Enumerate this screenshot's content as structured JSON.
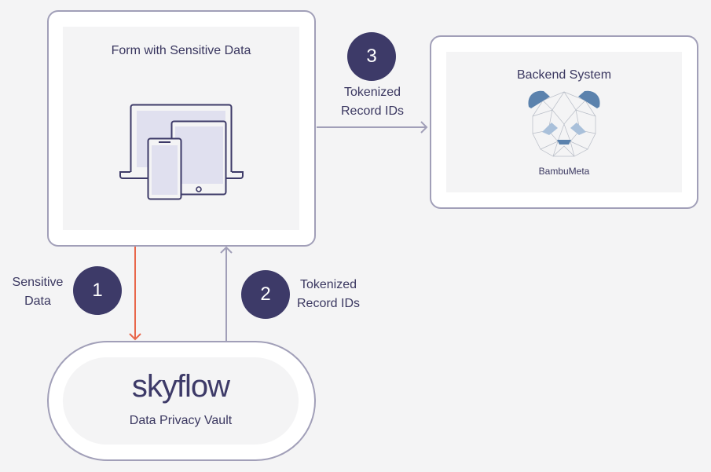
{
  "nodes": {
    "form": {
      "title": "Form with Sensitive Data",
      "icon": "devices-icon"
    },
    "backend": {
      "title": "Backend System",
      "logo_caption": "BambuMeta",
      "icon": "panda-logo-icon"
    },
    "vault": {
      "brand": "skyflow",
      "caption": "Data Privacy Vault"
    }
  },
  "steps": [
    {
      "number": "1",
      "label_line1": "Sensitive",
      "label_line2": "Data",
      "arrow_color": "#e8664a"
    },
    {
      "number": "2",
      "label_line1": "Tokenized",
      "label_line2": "Record IDs",
      "arrow_color": "#a19fb8"
    },
    {
      "number": "3",
      "label_line1": "Tokenized",
      "label_line2": "Record IDs",
      "arrow_color": "#a19fb8"
    }
  ],
  "colors": {
    "step_circle": "#3d3a68",
    "card_border": "#a19fb8",
    "sensitive_arrow": "#e8664a",
    "token_arrow": "#a19fb8",
    "panda_blue": "#5b82ad"
  }
}
